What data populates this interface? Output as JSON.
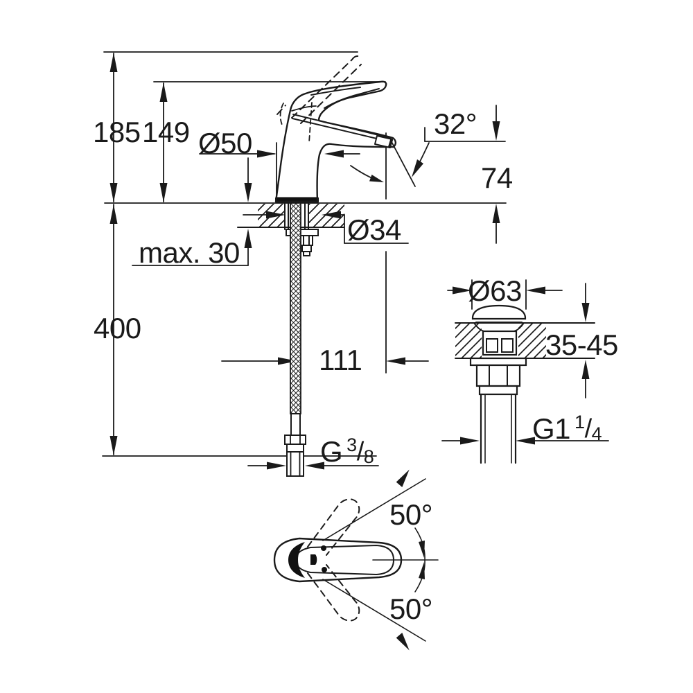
{
  "drawing": {
    "type": "technical installation drawing, single-lever basin mixer with waste set",
    "units": "mm",
    "colors": {
      "line": "#1a1a1a",
      "background": "#ffffff"
    },
    "side_view": {
      "height_overall": "185",
      "height_to_lever_line": "149",
      "body_diameter": "Ø50",
      "spout_angle": "32°",
      "outlet_height": "74",
      "mounting_thickness": "max. 30",
      "hole_diameter": "Ø34",
      "hose_length": "400",
      "spout_projection": "111",
      "supply_thread": {
        "prefix": "G",
        "numerator": "3",
        "slash": "/",
        "denominator": "8"
      }
    },
    "waste_view": {
      "cap_diameter": "Ø63",
      "deck_thickness_range": "35-45",
      "waste_thread": {
        "prefix": "G1",
        "numerator": "1",
        "slash": "/",
        "denominator": "4"
      }
    },
    "top_view": {
      "swivel_angle_up": "50°",
      "swivel_angle_down": "50°"
    }
  }
}
